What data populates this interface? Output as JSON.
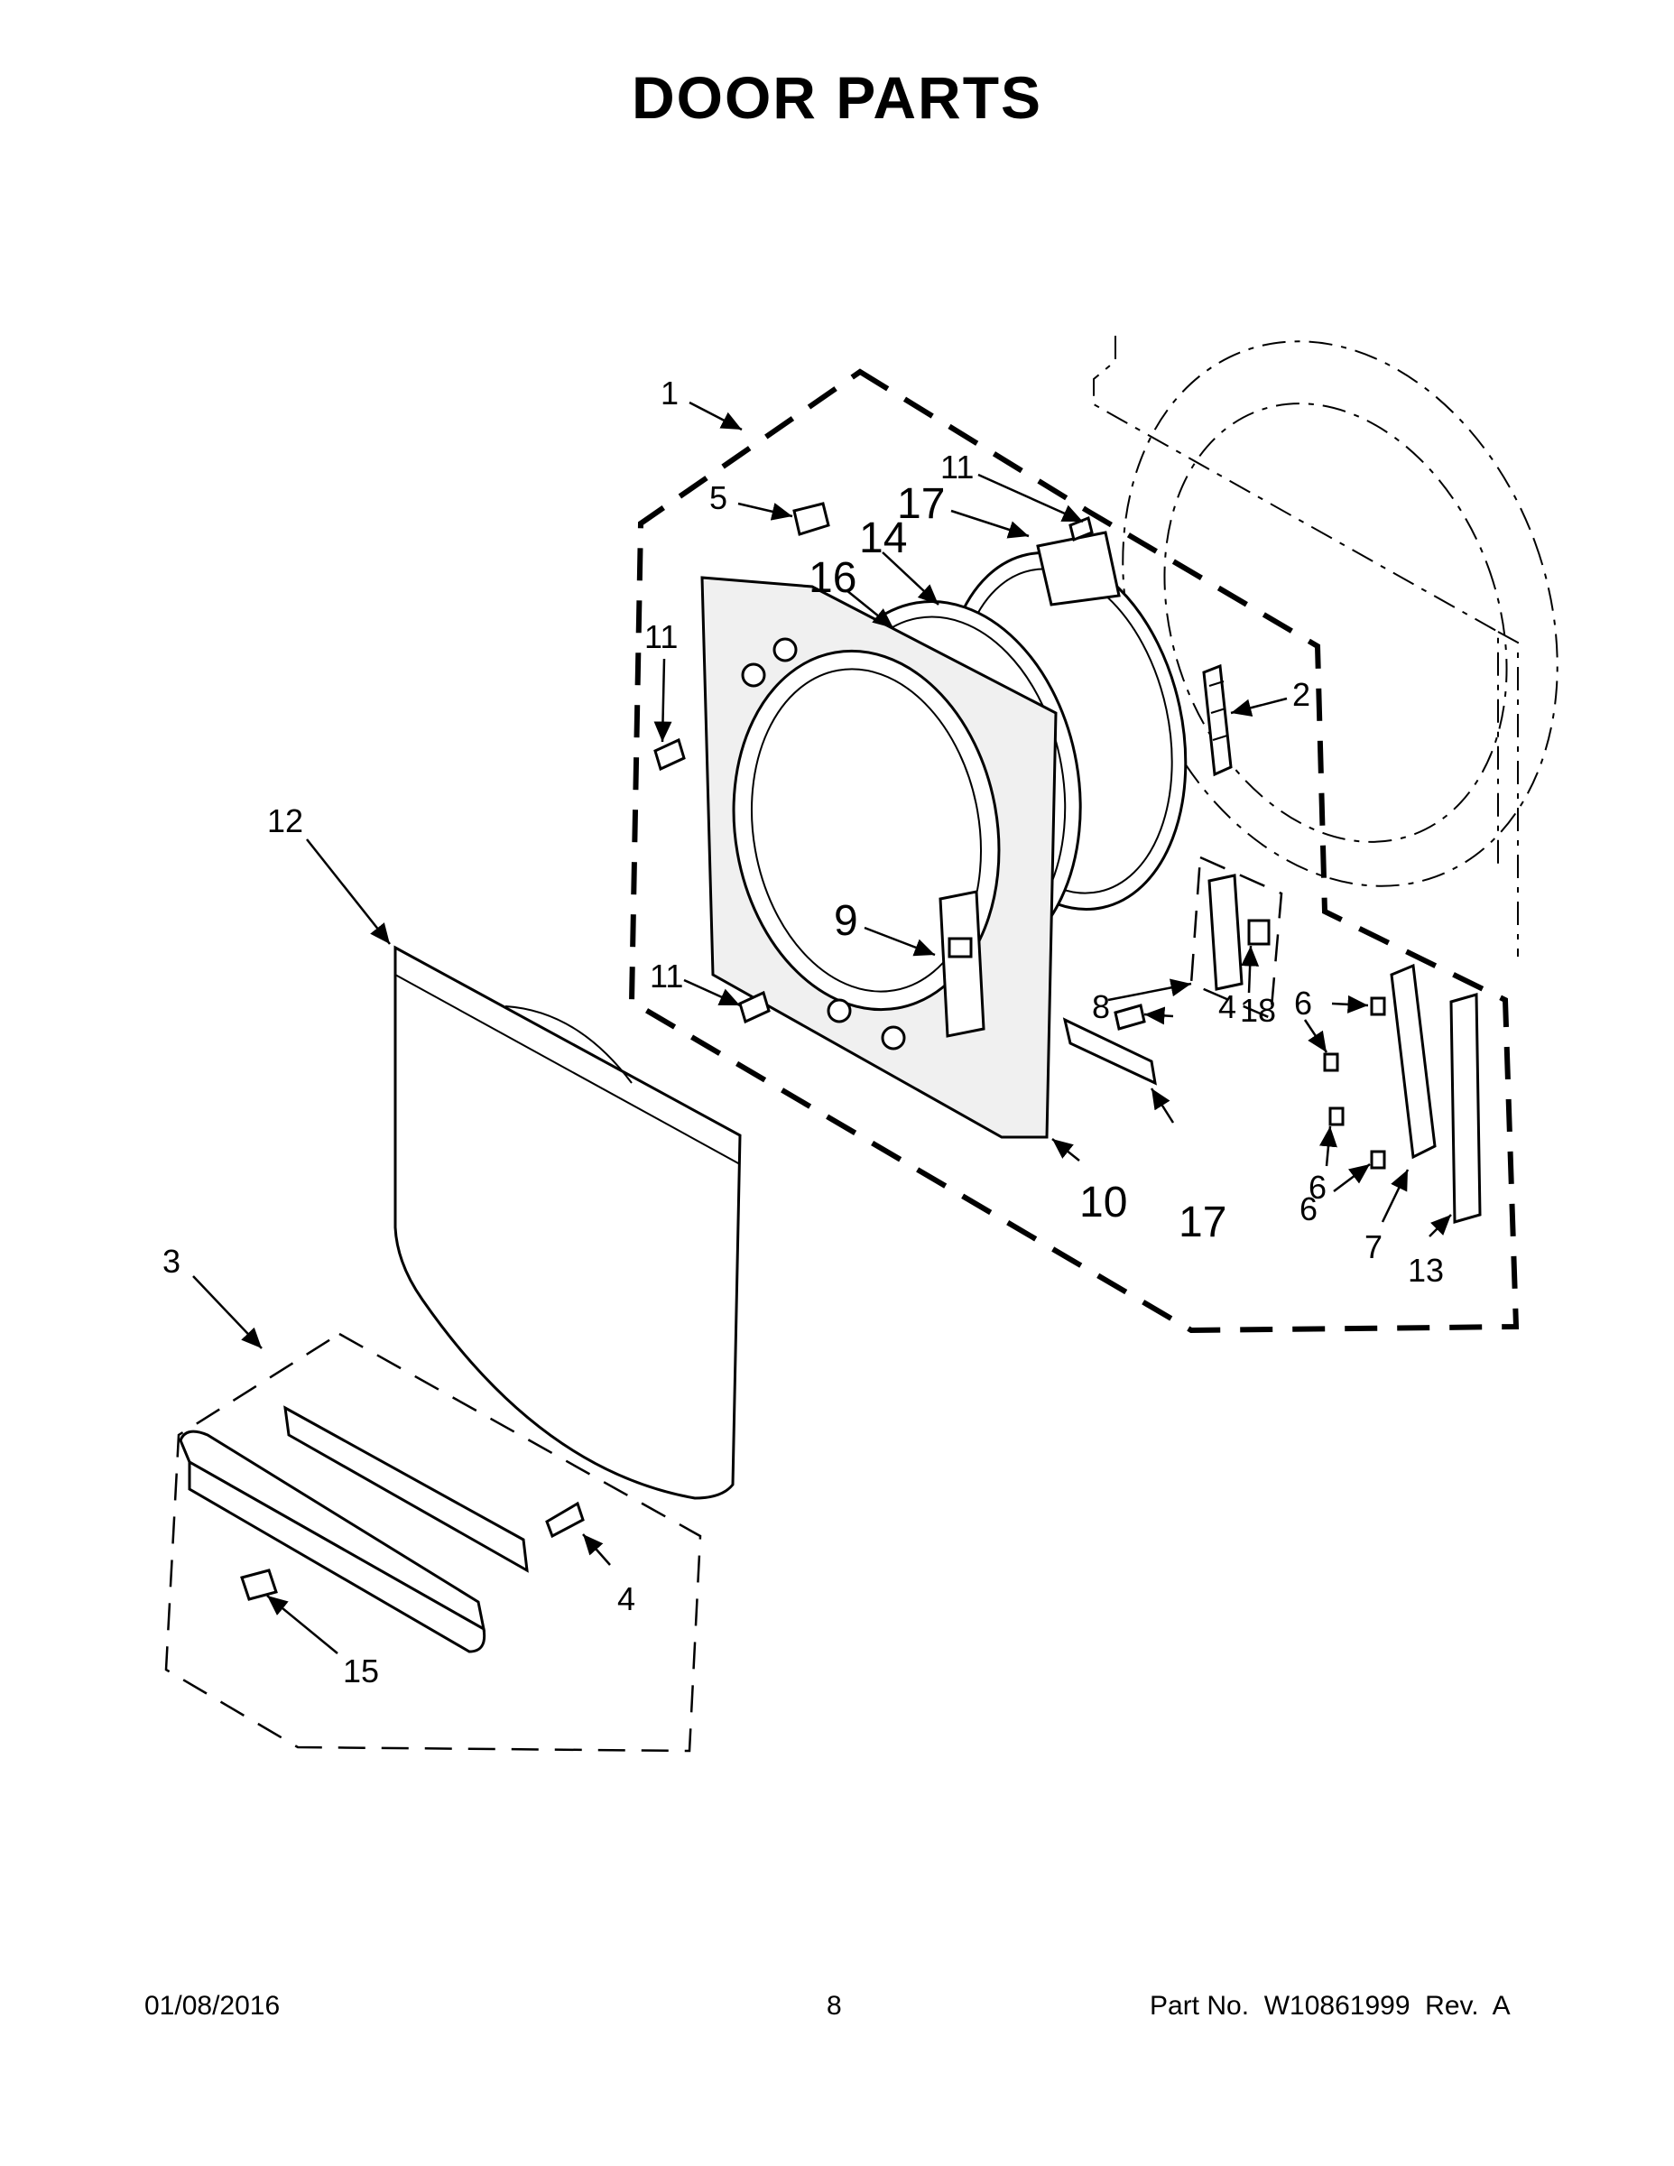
{
  "title": "DOOR PARTS",
  "footer": {
    "date": "01/08/2016",
    "page": "8",
    "part_no": "Part No.  W10861999  Rev.  A"
  },
  "callouts": [
    {
      "id": "c1",
      "label": "1"
    },
    {
      "id": "c2",
      "label": "2"
    },
    {
      "id": "c3",
      "label": "3"
    },
    {
      "id": "c4a",
      "label": "4"
    },
    {
      "id": "c4b",
      "label": "4"
    },
    {
      "id": "c5",
      "label": "5"
    },
    {
      "id": "c6a",
      "label": "6"
    },
    {
      "id": "c6b",
      "label": "6"
    },
    {
      "id": "c6c",
      "label": "6"
    },
    {
      "id": "c7",
      "label": "7"
    },
    {
      "id": "c8",
      "label": "8"
    },
    {
      "id": "c9",
      "label": "9"
    },
    {
      "id": "c10",
      "label": "10"
    },
    {
      "id": "c11a",
      "label": "11"
    },
    {
      "id": "c11b",
      "label": "11"
    },
    {
      "id": "c11c",
      "label": "11"
    },
    {
      "id": "c12",
      "label": "12"
    },
    {
      "id": "c13",
      "label": "13"
    },
    {
      "id": "c14",
      "label": "14"
    },
    {
      "id": "c15",
      "label": "15"
    },
    {
      "id": "c16",
      "label": "16"
    },
    {
      "id": "c17a",
      "label": "17"
    },
    {
      "id": "c17b",
      "label": "17"
    },
    {
      "id": "c18",
      "label": "18"
    }
  ]
}
